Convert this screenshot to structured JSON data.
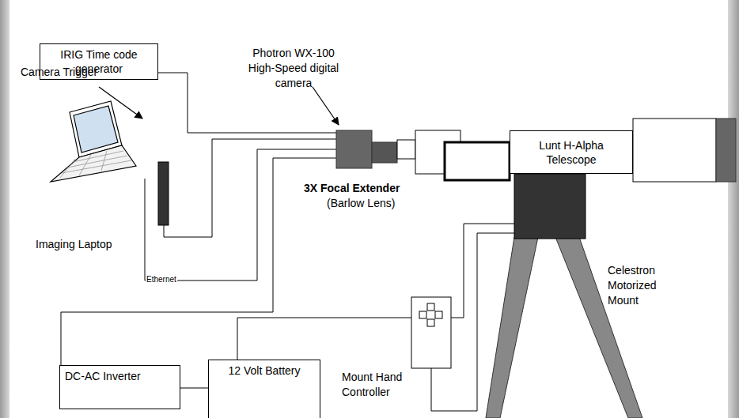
{
  "diagram": {
    "nodes": [
      {
        "text": [
          "IRIG Time code generator"
        ]
      },
      {
        "text": [
          "Lunt H-Alpha Telescope"
        ]
      },
      {
        "text": [
          "DC-AC Inverter"
        ]
      },
      {
        "text": [
          "12 Volt Battery"
        ]
      }
    ],
    "edges": [
      {
        "from": 2,
        "to": 3,
        "arrow": "none"
      }
    ],
    "labels": [
      "Photron WX-100 High-Speed digital camera",
      "Camera Trigger",
      "Imaging Laptop",
      "Ethernet",
      "3X Focal Extender",
      "(Barlow Lens)",
      "Celestron Motorized Mount",
      "Mount Hand Controller"
    ]
  }
}
